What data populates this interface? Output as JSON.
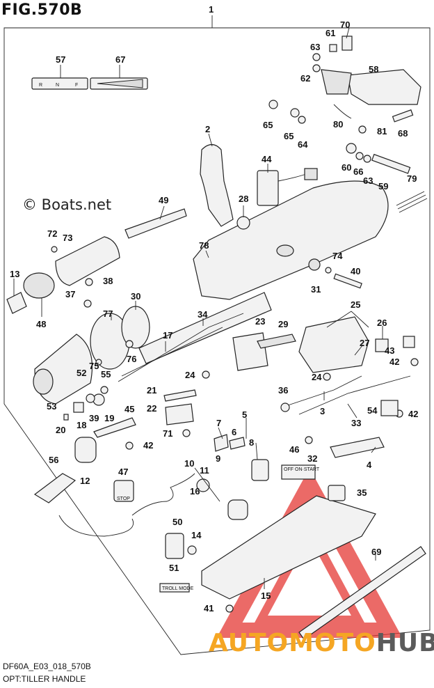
{
  "figure": {
    "title": "FIG.570B",
    "code": "DF60A_E03_018_570B",
    "caption": "OPT:TILLER HANDLE",
    "copyright": "© Boats.net",
    "brand_a": "AUTOMOTO",
    "brand_b": "HUB"
  },
  "labels": {
    "shift": [
      "R",
      "N",
      "F"
    ],
    "stop": "STOP",
    "troll": "TROLL MODE",
    "switch_off": "OFF",
    "switch_on": "ON·START"
  },
  "parts": [
    "1",
    "2",
    "3",
    "4",
    "5",
    "6",
    "7",
    "8",
    "9",
    "10",
    "11",
    "12",
    "13",
    "14",
    "15",
    "16",
    "17",
    "18",
    "19",
    "20",
    "21",
    "22",
    "23",
    "24",
    "24",
    "25",
    "26",
    "27",
    "28",
    "29",
    "30",
    "31",
    "32",
    "33",
    "34",
    "35",
    "36",
    "37",
    "38",
    "39",
    "40",
    "41",
    "42",
    "42",
    "42",
    "43",
    "44",
    "45",
    "46",
    "47",
    "48",
    "49",
    "50",
    "51",
    "52",
    "53",
    "54",
    "55",
    "56",
    "57",
    "58",
    "59",
    "60",
    "61",
    "62",
    "63",
    "63",
    "64",
    "65",
    "65",
    "66",
    "67",
    "68",
    "69",
    "70",
    "71",
    "72",
    "73",
    "74",
    "75",
    "76",
    "77",
    "78",
    "79",
    "80",
    "81"
  ],
  "colors": {
    "watermark": "#e53935",
    "brand_orange": "#f5a623",
    "brand_grey": "#5b5b5b"
  }
}
